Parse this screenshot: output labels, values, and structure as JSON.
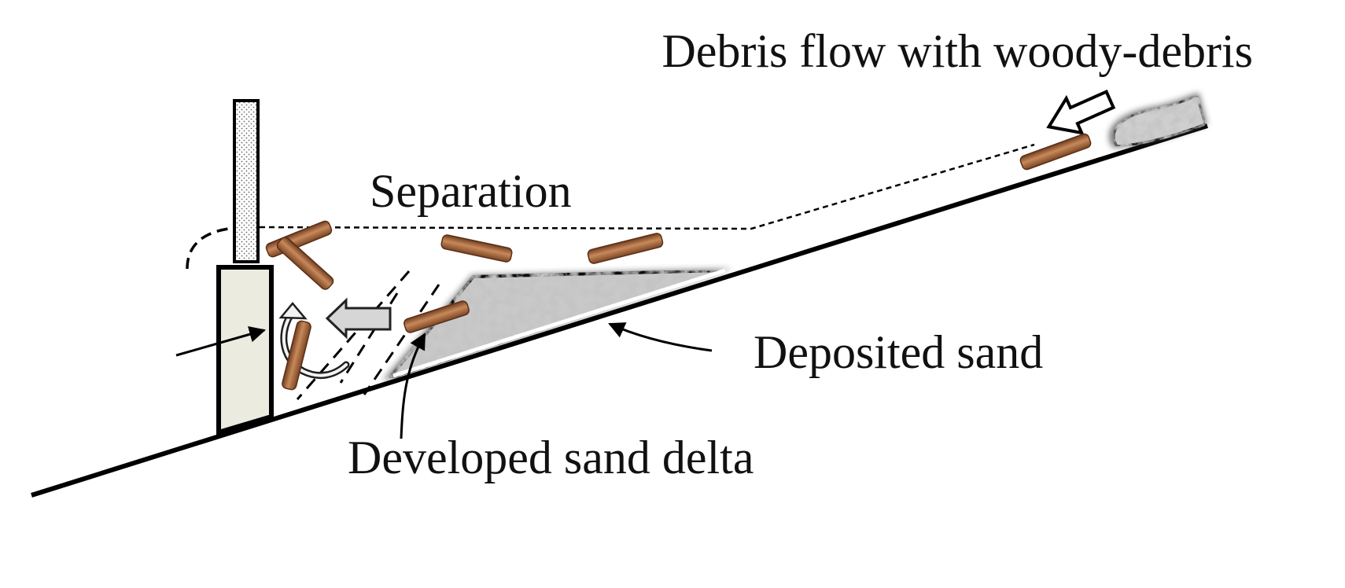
{
  "labels": {
    "debris_flow": "Debris flow with woody-debris",
    "separation": "Separation",
    "deposited_sand": "Deposited sand",
    "developed_sand_delta": "Developed sand delta"
  },
  "colors": {
    "line": "#000000",
    "wood_dark": "#8a4e2a",
    "wood_light": "#c58a5c",
    "sand_dark": "#9a9a9a",
    "sand_light": "#e9e9e9",
    "dam_fill": "#ecebe0",
    "flow_arrow_fill": "#d6d6d6"
  },
  "icons": {
    "flow_direction": "hollow-arrow-left-icon",
    "water_rotation": "circular-arrow-icon"
  }
}
